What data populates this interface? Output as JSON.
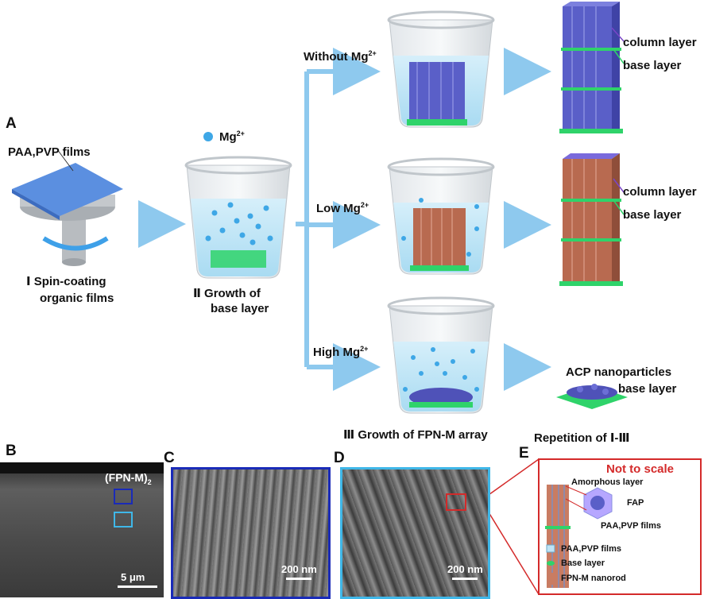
{
  "panels": {
    "A": "A",
    "B": "B",
    "C": "C",
    "D": "D",
    "E": "E"
  },
  "step1": {
    "film_label": "PAA,PVP films",
    "caption_line1": "Ⅰ Spin-coating",
    "caption_line2": "organic films"
  },
  "step2": {
    "ion_label": "Mg",
    "ion_charge": "2+",
    "caption_line1": "Ⅱ  Growth of",
    "caption_line2": "base layer"
  },
  "branches": [
    {
      "label": "Without Mg",
      "charge": "2+"
    },
    {
      "label": "Low Mg",
      "charge": "2+"
    },
    {
      "label": "High Mg",
      "charge": "2+"
    }
  ],
  "results": {
    "top": {
      "column": "column layer",
      "base": "base layer"
    },
    "mid": {
      "column": "column layer",
      "base": "base layer"
    },
    "bottom": {
      "acp": "ACP nanoparticles",
      "base": "base layer"
    }
  },
  "step3": {
    "caption": "Ⅲ  Growth of FPN-M array",
    "repeat": "Repetition of  Ⅰ-Ⅲ"
  },
  "sem_b": {
    "tag": "(FPN-M)",
    "tag_sub": "2",
    "scale": "5 μm"
  },
  "sem_c": {
    "scale": "200 nm"
  },
  "sem_d": {
    "scale": "200 nm"
  },
  "schematic_e": {
    "warning": "Not to scale",
    "amorphous": "Amorphous layer",
    "fap": "FAP",
    "films_inset": "PAA,PVP films",
    "legend": [
      {
        "label": "PAA,PVP films"
      },
      {
        "label": "Base layer"
      },
      {
        "label": "FPN-M nanorod"
      }
    ]
  },
  "colors": {
    "arrow": "#8ec9ee",
    "water": "#bfe3f5",
    "blue_column": "#5a5fc8",
    "brown_column": "#b86a50",
    "base_green": "#2fd36a",
    "frame_red": "#d42a2a",
    "frame_c": "#1a2bb8",
    "frame_d": "#3fb7e8"
  }
}
